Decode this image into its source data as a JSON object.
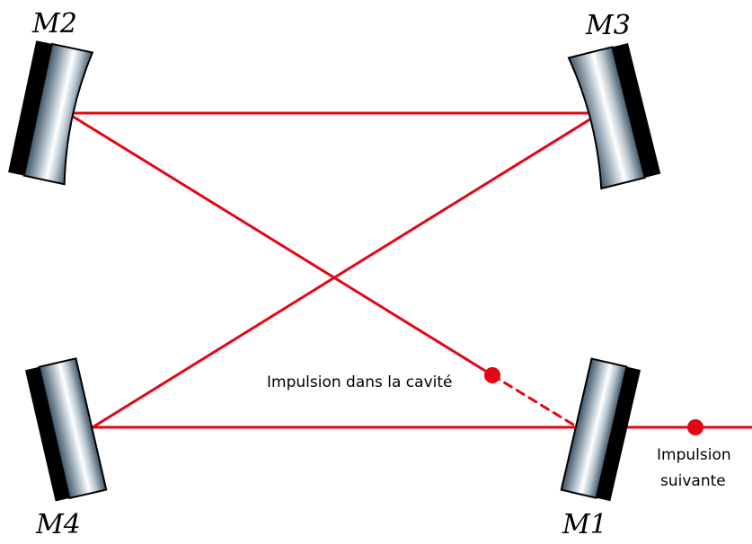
{
  "mirrors": {
    "m1": {
      "label": "M1"
    },
    "m2": {
      "label": "M2"
    },
    "m3": {
      "label": "M3"
    },
    "m4": {
      "label": "M4"
    }
  },
  "pulses": {
    "in_cavity": {
      "label": "Impulsion dans la cavité"
    },
    "next": {
      "line1": "Impulsion",
      "line2": "suivante"
    }
  },
  "colors": {
    "beam": "#e30613",
    "mirror_back": "#000000",
    "mirror_glass_dark": "#3e5466",
    "mirror_glass_light": "#ffffff"
  }
}
